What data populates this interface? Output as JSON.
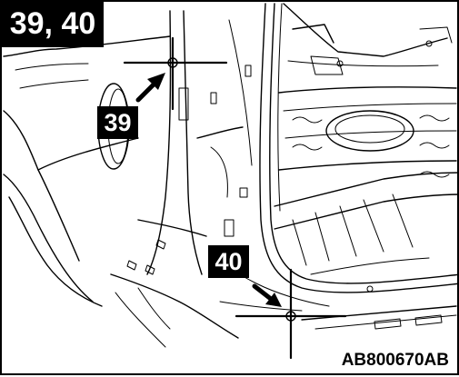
{
  "step_label": "39, 40",
  "callouts": [
    {
      "id": "39",
      "label": "39"
    },
    {
      "id": "40",
      "label": "40"
    }
  ],
  "figure_code": "AB800670AB",
  "colors": {
    "ink": "#000000",
    "paper": "#ffffff"
  }
}
